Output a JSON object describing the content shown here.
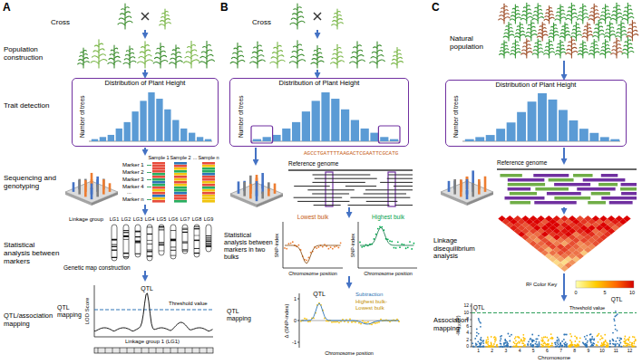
{
  "diagram": {
    "nodes": [
      {
        "text": [
          "Distribution of Plant Height"
        ]
      },
      {
        "text": [
          "Distribution of Plant Height"
        ]
      },
      {
        "text": [
          "Distribution of Plant Height"
        ]
      }
    ],
    "labels": [
      "A",
      "B",
      "C",
      "Cross",
      "Cross",
      "Natural population",
      "Population construction",
      "Trait detection",
      "Number of trees",
      "Number of trees",
      "Number of trees",
      "Sequencing and genotyping",
      "Marker 1",
      "Marker 2",
      "Marker 3",
      "Marker 4",
      "...",
      "Marker n",
      "Sample 1",
      "Sample 2",
      "...",
      "Sample n",
      "Reference genome",
      "AGCCTGATTTTAAGACTCGAATTCGCATG",
      "Reference genome",
      "Statistical analysis between markers",
      "Linkage group",
      "LG1",
      "LG2",
      "LG3",
      "LG4",
      "LG5",
      "LG6",
      "LG7",
      "LG8",
      "LG9",
      "Genetic map construction",
      "Statistical analysis between markers in two bulks",
      "Lowest bulk",
      "Highest bulk",
      "SNP-index",
      "SNP-index",
      "Chromosome position",
      "Chromosome position",
      "Linkage disequilibrium analysis",
      "R² Color Key",
      "0",
      "5",
      "10",
      "QTL/association mapping",
      "QTL mapping",
      "QTL",
      "Threshold value",
      "LOD Score",
      "Linkage group 1 (LG1)",
      "QTL mapping",
      "QTL",
      "Subtraction",
      "Highest bulk- Lowest bulk",
      "Δ (SNP-index)",
      "Chromosome position",
      "1",
      "0",
      "-1",
      "Association mapping",
      "QTL",
      "QTL",
      "Threshold value",
      "-log₁₀(P)",
      "0",
      "2",
      "4",
      "6",
      "8",
      "10",
      "12",
      "1",
      "2",
      "3",
      "4",
      "5",
      "6",
      "7",
      "8",
      "9",
      "10",
      "11",
      "12",
      "Chromosome"
    ]
  }
}
